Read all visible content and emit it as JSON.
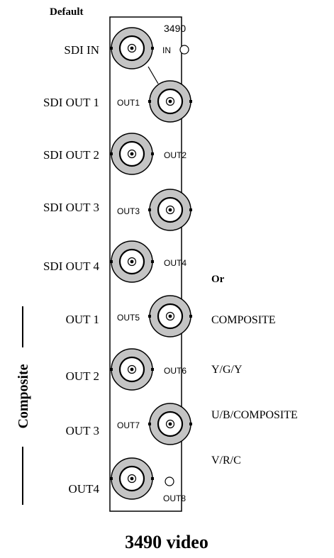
{
  "header": {
    "default_label": "Default"
  },
  "panel": {
    "model": "3490",
    "in_label": "IN",
    "connectors": [
      {
        "label": "",
        "panel_label": "IN"
      },
      {
        "label": "OUT1",
        "panel_label": "OUT1"
      },
      {
        "label": "OUT2",
        "panel_label": "OUT2"
      },
      {
        "label": "OUT3",
        "panel_label": "OUT3"
      },
      {
        "label": "OUT4",
        "panel_label": "OUT4"
      },
      {
        "label": "OUT5",
        "panel_label": "OUT5"
      },
      {
        "label": "OUT6",
        "panel_label": "OUT6"
      },
      {
        "label": "OUT7",
        "panel_label": "OUT7"
      },
      {
        "label": "OUT8",
        "panel_label": "OUT8"
      }
    ]
  },
  "left_labels": [
    "SDI IN",
    "SDI OUT 1",
    "SDI OUT 2",
    "SDI OUT 3",
    "SDI OUT 4",
    "OUT 1",
    "OUT 2",
    "OUT 3",
    "OUT4"
  ],
  "right_labels": {
    "or_label": "Or",
    "items": [
      "COMPOSITE",
      "Y/G/Y",
      "U/B/COMPOSITE",
      "V/R/C"
    ]
  },
  "composite_bracket": {
    "label": "Composite"
  },
  "footer": {
    "title": "3490 video"
  }
}
